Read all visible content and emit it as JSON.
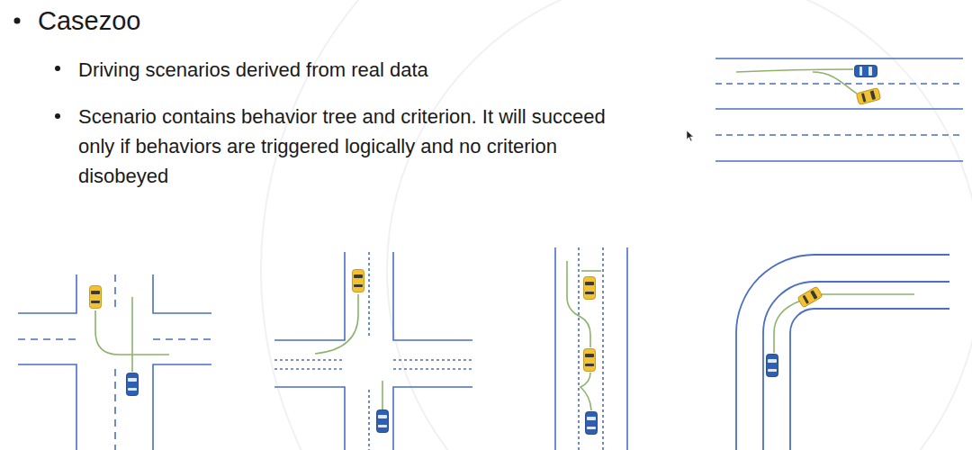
{
  "diagram": {
    "title": "Casezoo",
    "labels": [
      "Driving scenarios derived from real data",
      "Scenario contains behavior tree and criterion. It will succeed only if behaviors are triggered logically and no criterion disobeyed"
    ]
  }
}
